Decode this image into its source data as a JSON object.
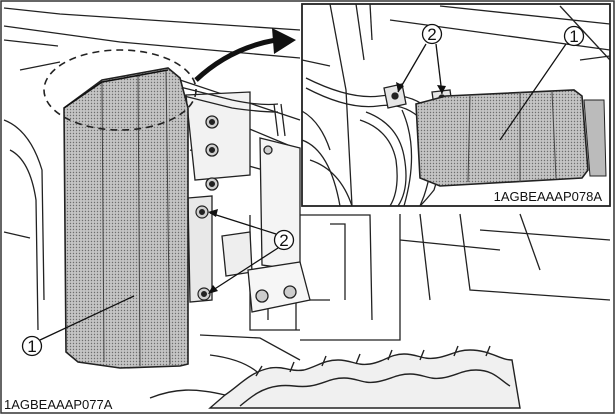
{
  "figure": {
    "main_code": "1AGBEAAAP077A",
    "inset_code": "1AGBEAAAP078A",
    "callouts": {
      "cover": "1",
      "bolts": "2"
    }
  }
}
